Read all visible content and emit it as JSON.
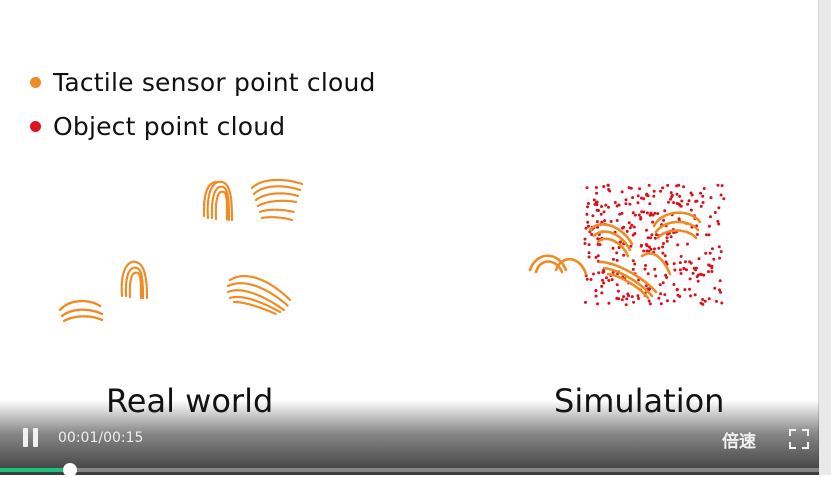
{
  "legend": {
    "items": [
      {
        "label": "Tactile sensor point cloud",
        "color": "#f08a24"
      },
      {
        "label": "Object point cloud",
        "color": "#e0141e"
      }
    ]
  },
  "captions": {
    "real": "Real world",
    "simulation": "Simulation"
  },
  "player": {
    "state": "playing",
    "time_display": "00:01/00:15",
    "current_seconds": 1,
    "duration_seconds": 15,
    "progress_fraction": 0.085,
    "speed_label": "倍速",
    "pause_icon": "pause-icon",
    "fullscreen_icon": "fullscreen-icon",
    "accent_color": "#19c37d"
  }
}
